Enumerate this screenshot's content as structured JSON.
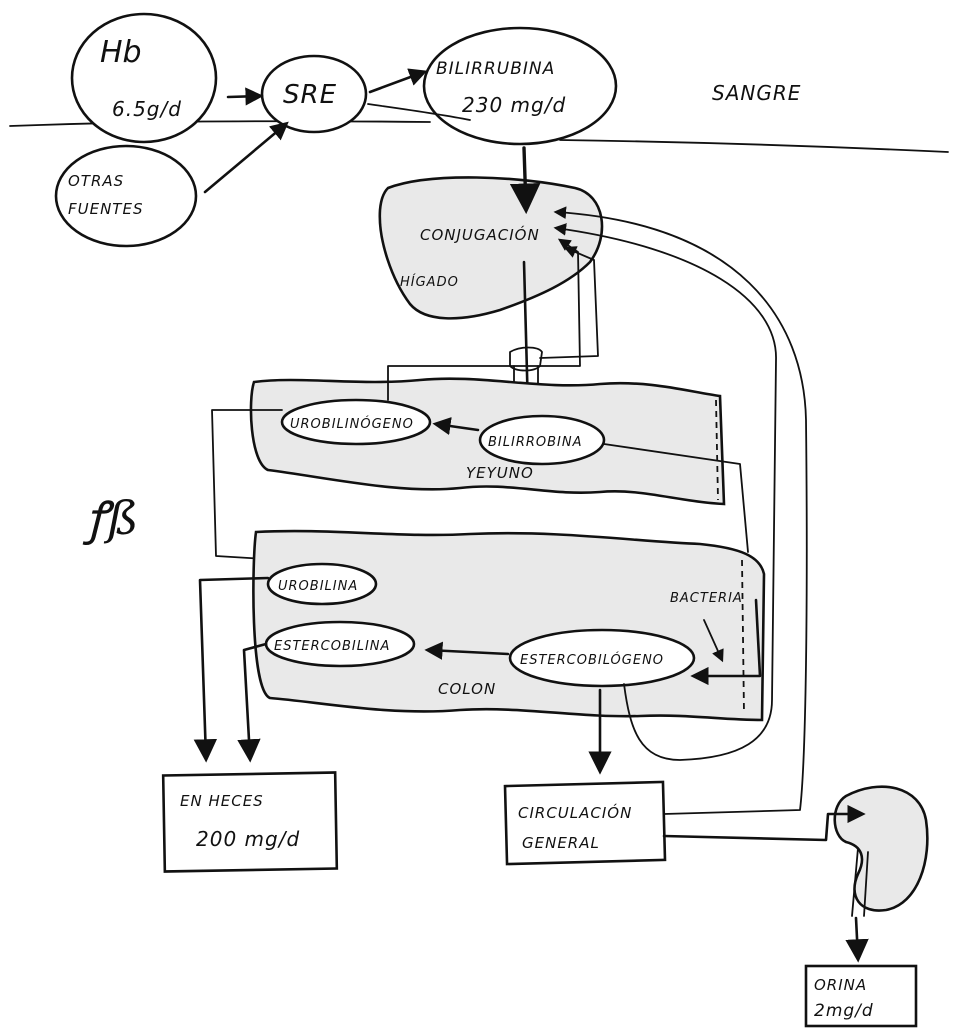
{
  "labels": {
    "hb_title": "Hb",
    "hb_value": "6.5g/d",
    "sre": "SRE",
    "bilirrubina_title": "BILIRRUBINA",
    "bilirrubina_value": "230 mg/d",
    "sangre": "SANGRE",
    "otras_line1": "OTRAS",
    "otras_line2": "FUENTES",
    "conjugacion": "CONJUGACIÓN",
    "higado": "HÍGADO",
    "urobilinogeno": "UROBILINÓGENO",
    "bilirrobina": "BILIRROBINA",
    "yeyuno": "YEYUNO",
    "urobilina": "UROBILINA",
    "bacteria": "BACTERIA",
    "estercobilina": "ESTERCOBILINA",
    "estercobilogeno": "ESTERCOBILÓGENO",
    "colon": "COLON",
    "heces_line1": "EN HECES",
    "heces_line2": "200 mg/d",
    "circ_line1": "CIRCULACIÓN",
    "circ_line2": "GENERAL",
    "orina_line1": "ORINA",
    "orina_line2": "2mg/d",
    "signature": "ꝭß"
  },
  "colors": {
    "ink": "#111111",
    "organ_fill": "#e9e9e9",
    "background": "#ffffff"
  },
  "icons": {
    "kidney": "kidney-icon",
    "liver": "liver-icon"
  }
}
